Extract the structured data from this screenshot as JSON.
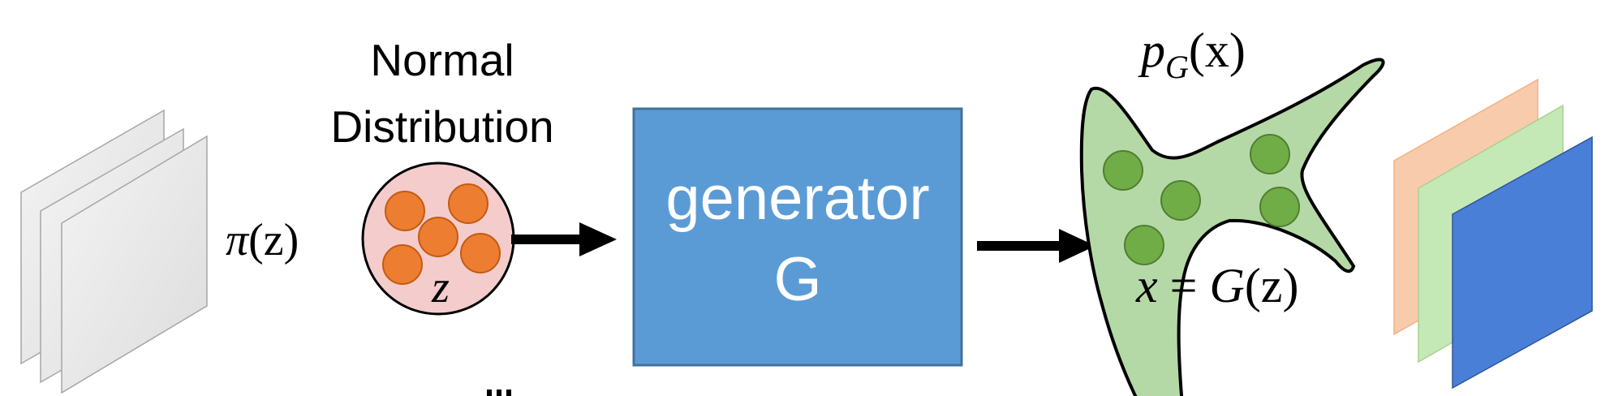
{
  "source_label": {
    "pi": "π",
    "paren": "(z)"
  },
  "distribution": {
    "line1": "Normal",
    "line2": "Distribution",
    "var": "z"
  },
  "generator": {
    "line1": "generator",
    "line2": "G"
  },
  "output_distribution": {
    "p": "p",
    "sub": "G",
    "arg": "(x)"
  },
  "output_equation": {
    "x": "x",
    "eq": " = ",
    "G": "G",
    "arg": "(z)"
  },
  "colors": {
    "input_planes": "#e6e6e6",
    "distribution_bg": "#f4cccc",
    "distribution_dots": "#ed7d31",
    "generator_box": "#5b9bd5",
    "output_shape": "#b5d9a6",
    "output_dots": "#70ad47",
    "output_plane_orange": "#f8cbad",
    "output_plane_green": "#c5e8b7",
    "output_plane_blue": "#4a7fd8"
  }
}
